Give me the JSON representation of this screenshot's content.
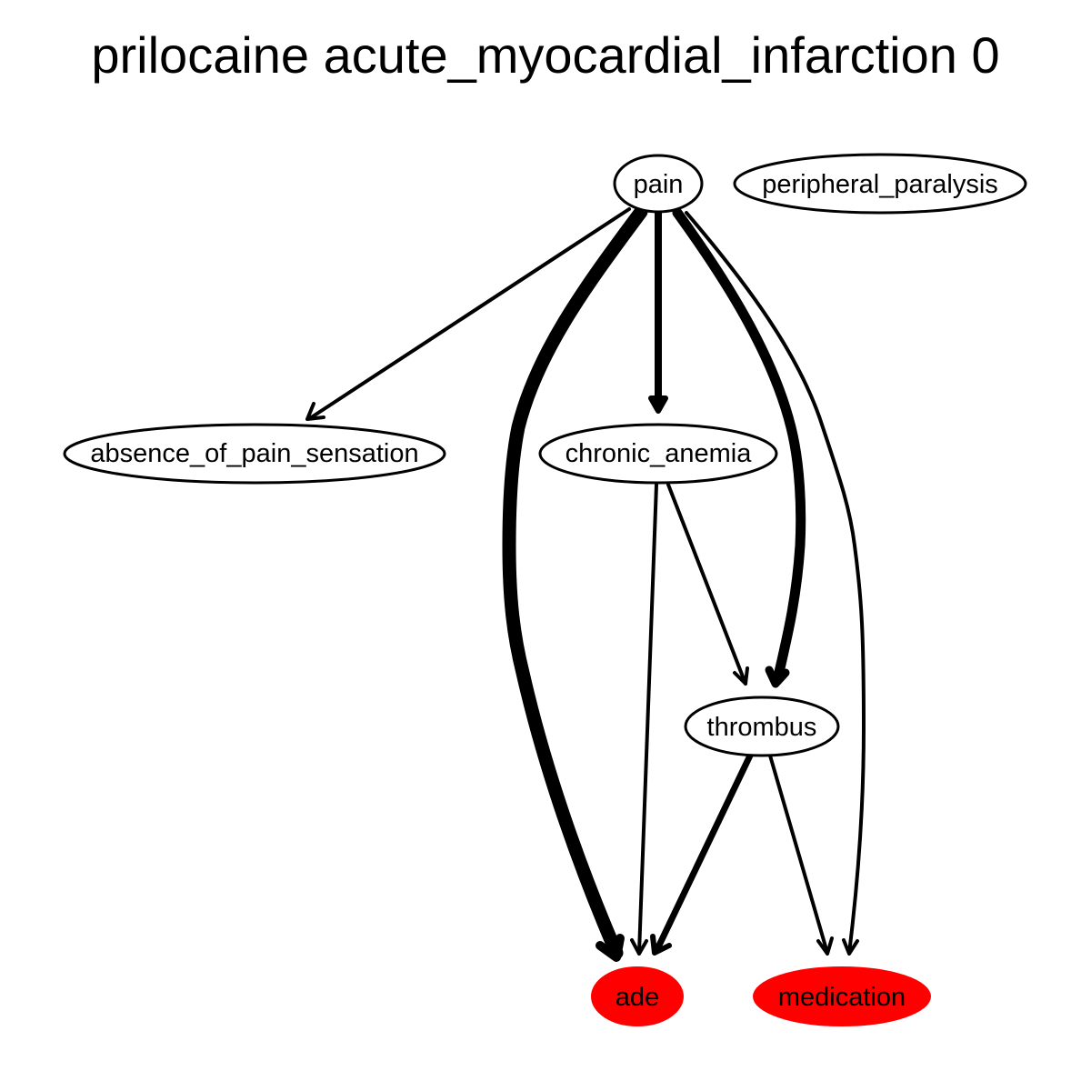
{
  "title": "prilocaine acute_myocardial_infarction 0",
  "nodes": {
    "pain": {
      "label": "pain",
      "fill": "#ffffff"
    },
    "peripheral_paralysis": {
      "label": "peripheral_paralysis",
      "fill": "#ffffff"
    },
    "absence_of_pain_sensation": {
      "label": "absence_of_pain_sensation",
      "fill": "#ffffff"
    },
    "chronic_anemia": {
      "label": "chronic_anemia",
      "fill": "#ffffff"
    },
    "thrombus": {
      "label": "thrombus",
      "fill": "#ffffff"
    },
    "ade": {
      "label": "ade",
      "fill": "#ff0000"
    },
    "medication": {
      "label": "medication",
      "fill": "#ff0000"
    }
  },
  "edges": [
    {
      "from": "pain",
      "to": "absence_of_pain_sensation"
    },
    {
      "from": "pain",
      "to": "chronic_anemia"
    },
    {
      "from": "pain",
      "to": "ade"
    },
    {
      "from": "pain",
      "to": "thrombus"
    },
    {
      "from": "pain",
      "to": "medication"
    },
    {
      "from": "chronic_anemia",
      "to": "ade"
    },
    {
      "from": "chronic_anemia",
      "to": "thrombus"
    },
    {
      "from": "thrombus",
      "to": "ade"
    },
    {
      "from": "thrombus",
      "to": "medication"
    }
  ]
}
